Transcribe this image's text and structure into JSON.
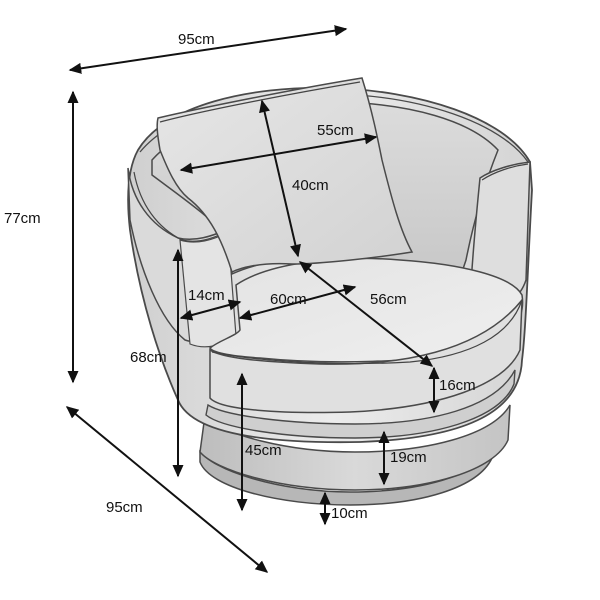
{
  "dimensions": {
    "overall_width": "95cm",
    "overall_depth": "95cm",
    "overall_height": "77cm",
    "arm_height": "68cm",
    "pillow_width": "55cm",
    "pillow_height": "40cm",
    "arm_width": "14cm",
    "seat_width": "60cm",
    "seat_depth": "56cm",
    "seat_height": "45cm",
    "cushion_thickness": "16cm",
    "base_band": "19cm",
    "plinth": "10cm"
  },
  "colors": {
    "fabric_light": "#e9e9e9",
    "fabric_mid": "#d6d6d6",
    "fabric_dark": "#b9b9b9",
    "outline": "#4a4a4a",
    "dimension_line": "#111111"
  }
}
